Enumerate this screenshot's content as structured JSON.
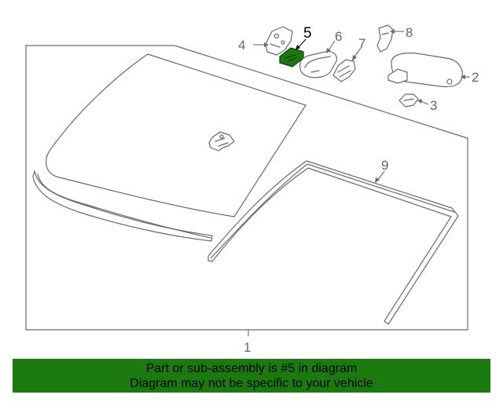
{
  "diagram": {
    "callouts": {
      "c1": "1",
      "c2": "2",
      "c3": "3",
      "c4": "4",
      "c5": "5",
      "c6": "6",
      "c7": "7",
      "c8": "8",
      "c9": "9"
    },
    "highlight_color": "#1a7a0e",
    "highlighted_part": "5"
  },
  "banner": {
    "line1": "Part or sub-assembly is #5 in diagram",
    "line2": "Diagram may not be specific to your vehicle",
    "background": "#1a7a0e"
  }
}
